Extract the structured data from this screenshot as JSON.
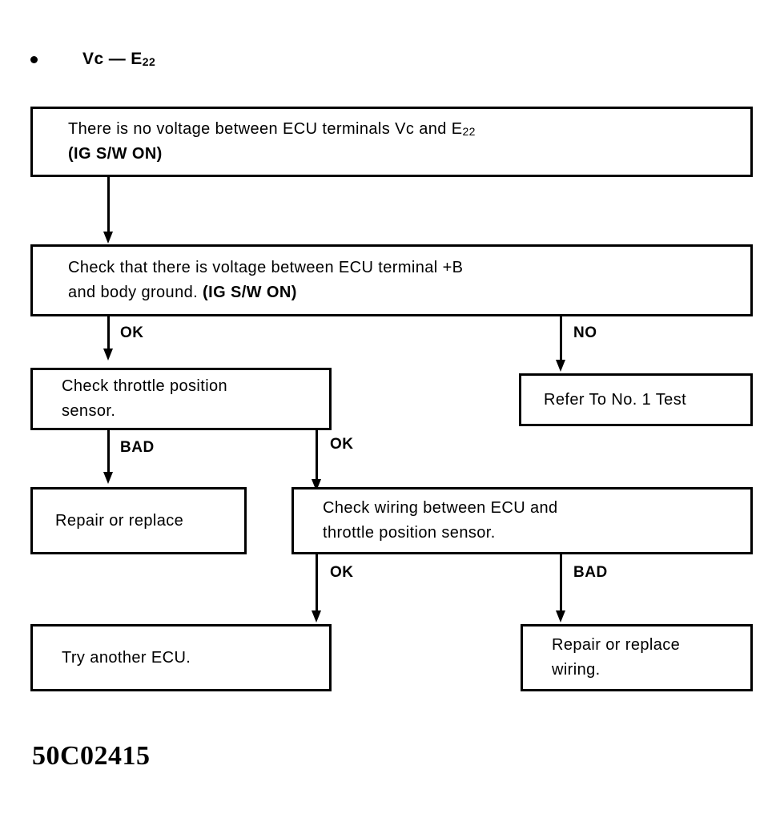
{
  "heading": {
    "bullet_icon": "bullet-dot",
    "terminal_a": "Vc",
    "dash": "—",
    "terminal_b_main": "E",
    "terminal_b_sub": "22"
  },
  "nodes": {
    "symptom": {
      "line1_a": "There is no voltage between ECU terminals Vc and E",
      "line1_sub": "22",
      "line2": "(IG S/W ON)"
    },
    "check_b_voltage": {
      "line1": "Check that there is voltage between ECU terminal  +B",
      "line2_normal": "and body ground. ",
      "line2_bold": "(IG S/W ON)"
    },
    "refer_test": {
      "line1": "Refer To No. 1 Test"
    },
    "check_tps": {
      "line1": "Check throttle position",
      "line2": "sensor."
    },
    "repair_replace": {
      "line1": "Repair or replace"
    },
    "check_wiring": {
      "line1": "Check wiring between ECU and",
      "line2": "throttle position sensor."
    },
    "try_another_ecu": {
      "line1": "Try another ECU."
    },
    "repair_wiring": {
      "line1": "Repair or replace",
      "line2": "wiring."
    }
  },
  "edges": {
    "symptom_to_check": "",
    "check_ok": "OK",
    "check_no": "NO",
    "tps_bad": "BAD",
    "tps_ok": "OK",
    "wiring_ok": "OK",
    "wiring_bad": "BAD"
  },
  "caption": {
    "figure_id": "50C02415"
  },
  "colors": {
    "ink": "#000000",
    "page": "#ffffff"
  }
}
